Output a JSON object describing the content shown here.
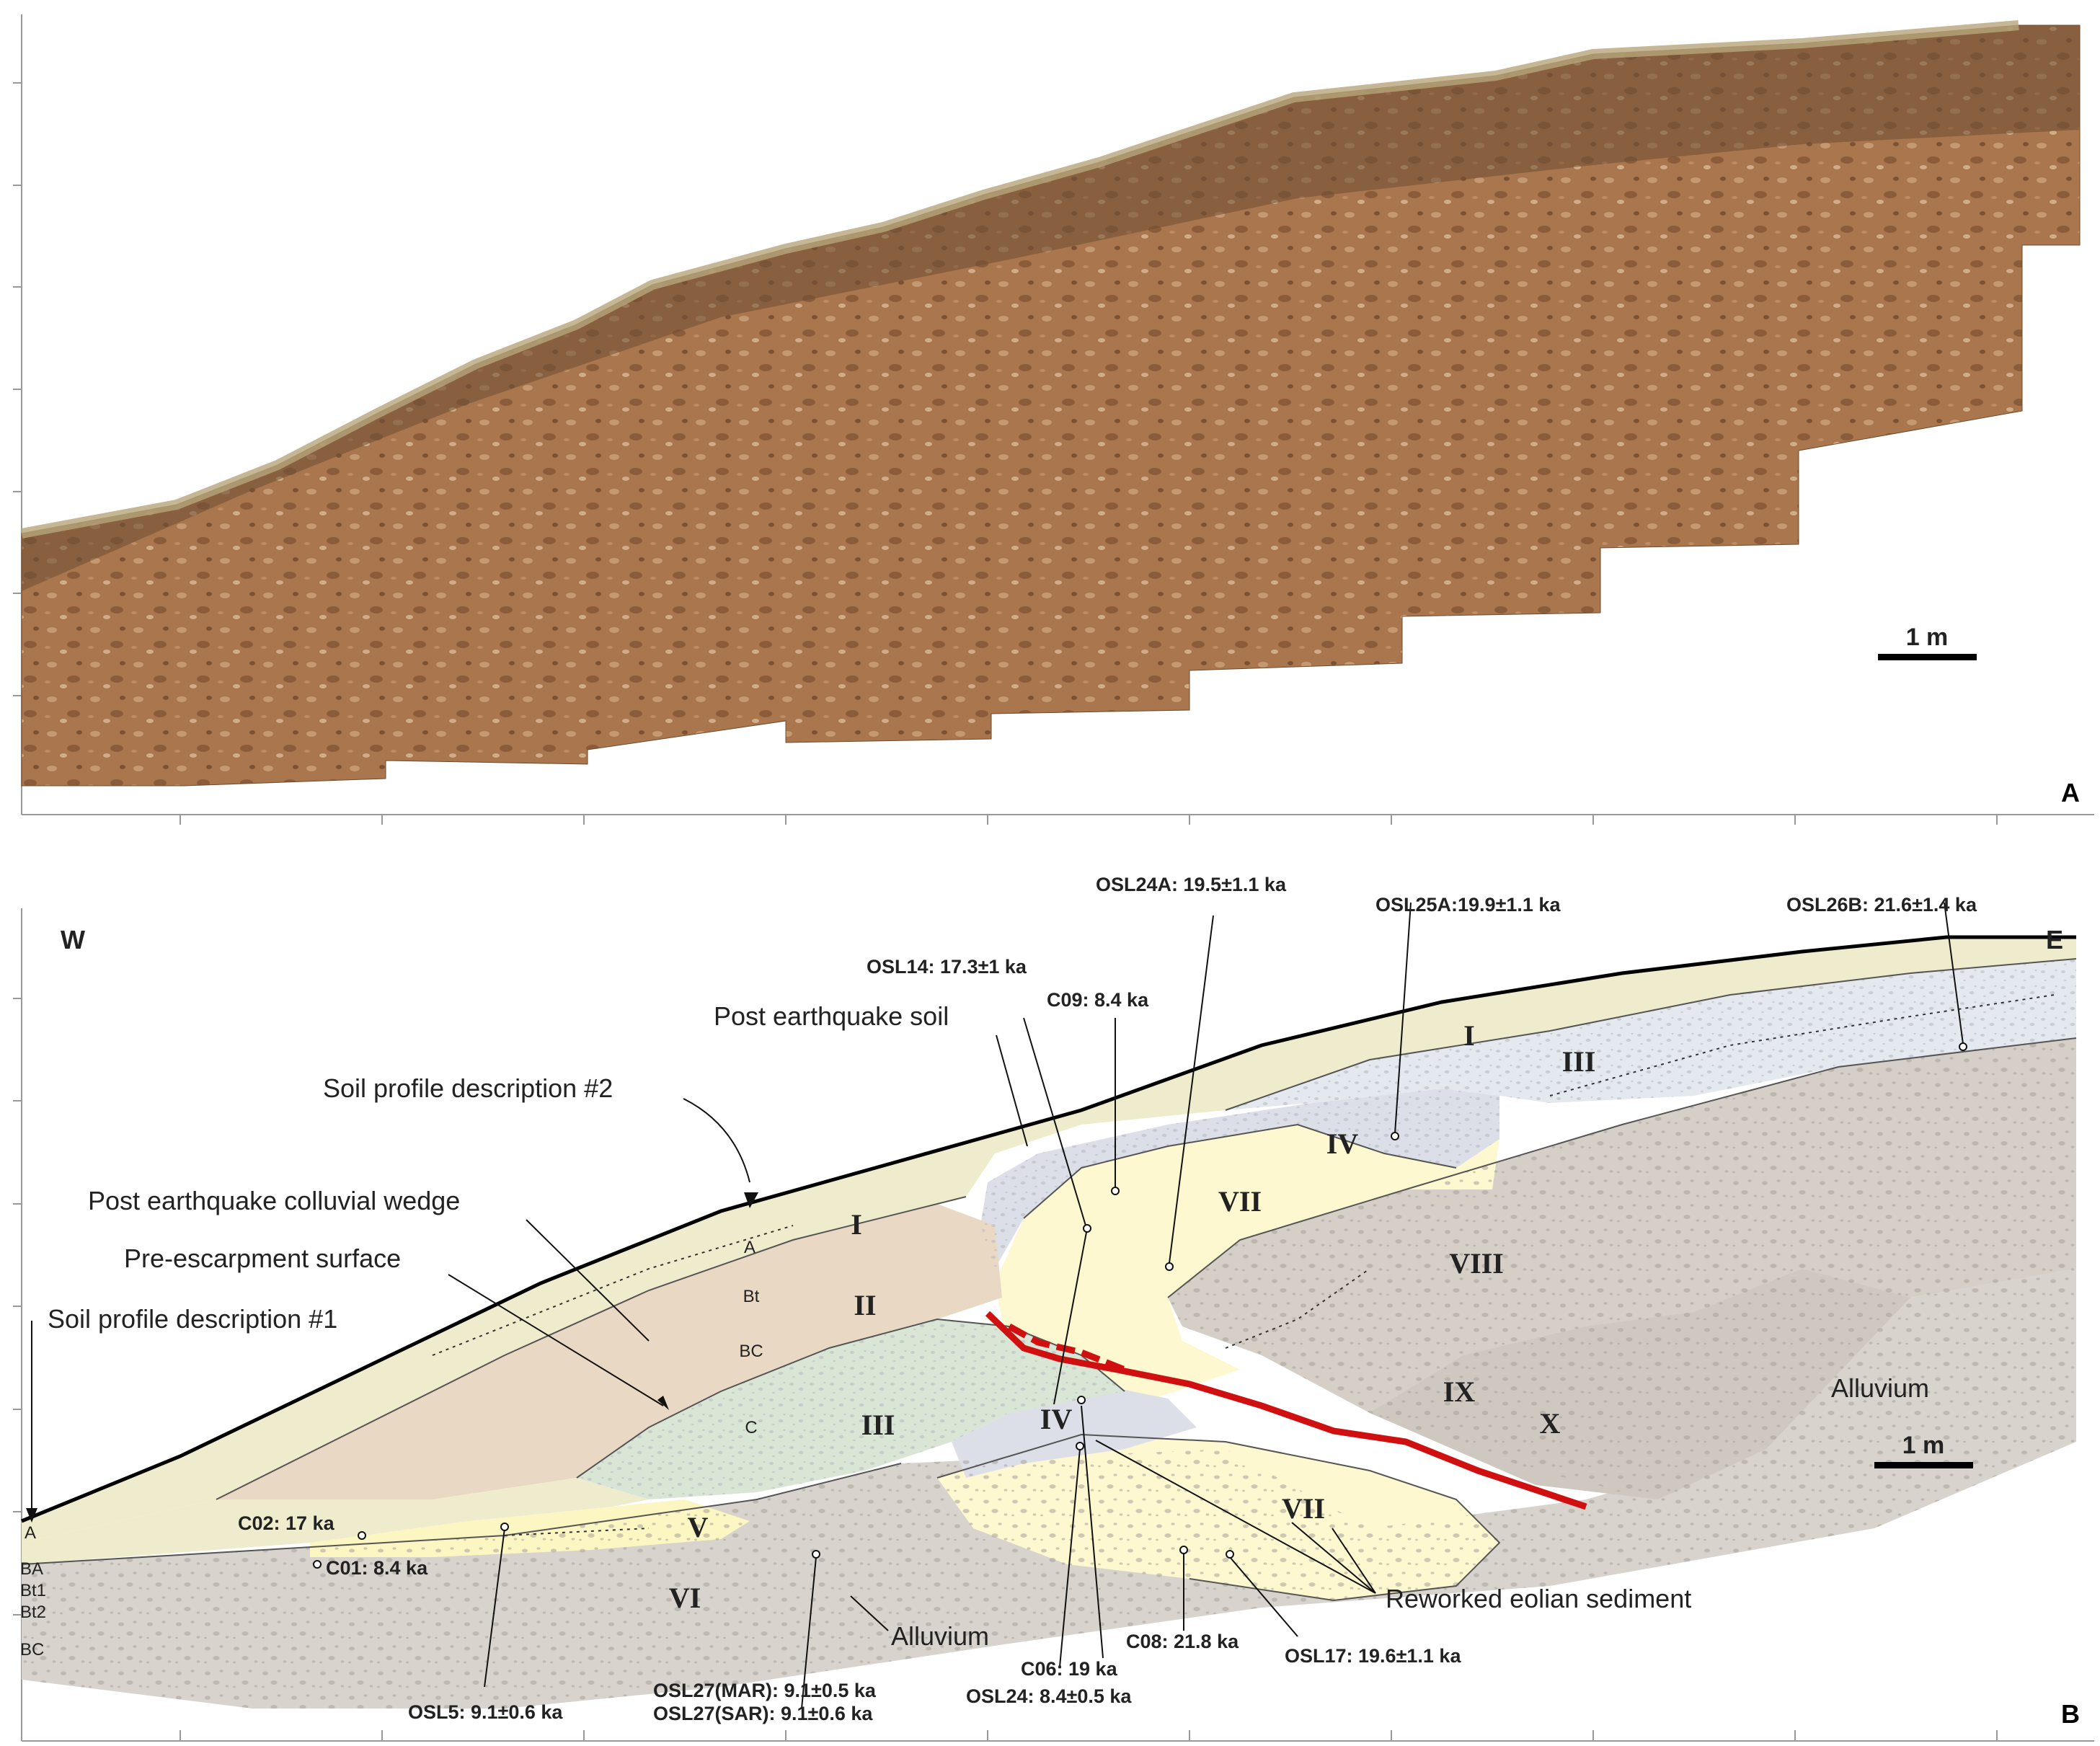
{
  "panel_a": {
    "letter": "A",
    "scale_bar_label": "1 m"
  },
  "panel_b": {
    "letter": "B",
    "west_label": "W",
    "east_label": "E",
    "scale_bar_label": "1 m",
    "units": [
      "I",
      "II",
      "III",
      "III",
      "IV",
      "IV",
      "V",
      "VI",
      "VII",
      "VII",
      "VIII",
      "IX",
      "X",
      "I"
    ],
    "horizons": {
      "profile2": [
        "A",
        "Bt",
        "BC",
        "C"
      ],
      "profile1": [
        "A",
        "BA",
        "Bt1",
        "Bt2",
        "BC"
      ]
    },
    "annotations": {
      "soil_profile_2": "Soil profile description #2",
      "soil_profile_1": "Soil profile description #1",
      "colluvial_wedge": "Post earthquake colluvial wedge",
      "pre_escarpment": "Pre-escarpment surface",
      "post_eq_soil": "Post earthquake soil",
      "alluvium_left": "Alluvium",
      "alluvium_right": "Alluvium",
      "reworked_eolian": "Reworked eolian sediment"
    },
    "samples": {
      "osl24a": "OSL24A: 19.5±1.1 ka",
      "osl25a": "OSL25A:19.9±1.1 ka",
      "osl26b": "OSL26B: 21.6±1.4 ka",
      "osl14": "OSL14: 17.3±1 ka",
      "c09": "C09: 8.4 ka",
      "c02": "C02: 17 ka",
      "c01": "C01: 8.4 ka",
      "c08": "C08: 21.8 ka",
      "c06": "C06: 19 ka",
      "osl24": "OSL24: 8.4±0.5 ka",
      "osl17": "OSL17: 19.6±1.1 ka",
      "osl27mar": "OSL27(MAR): 9.1±0.5 ka",
      "osl27sar": "OSL27(SAR): 9.1±0.6 ka",
      "osl5": "OSL5: 9.1±0.6 ka"
    }
  },
  "colors": {
    "fault": "#d01010",
    "unit_I": "#efeccd",
    "unit_II": "#e9d9c4",
    "unit_III": "#d9e6d6",
    "unit_IV": "#dcdfe8",
    "unit_V": "#fbf6c2",
    "unit_VI": "#d8d3cd",
    "unit_VII": "#fdf8cf",
    "unit_VIII": "#d5cfc8",
    "photo_soil": "#9c6a45"
  }
}
